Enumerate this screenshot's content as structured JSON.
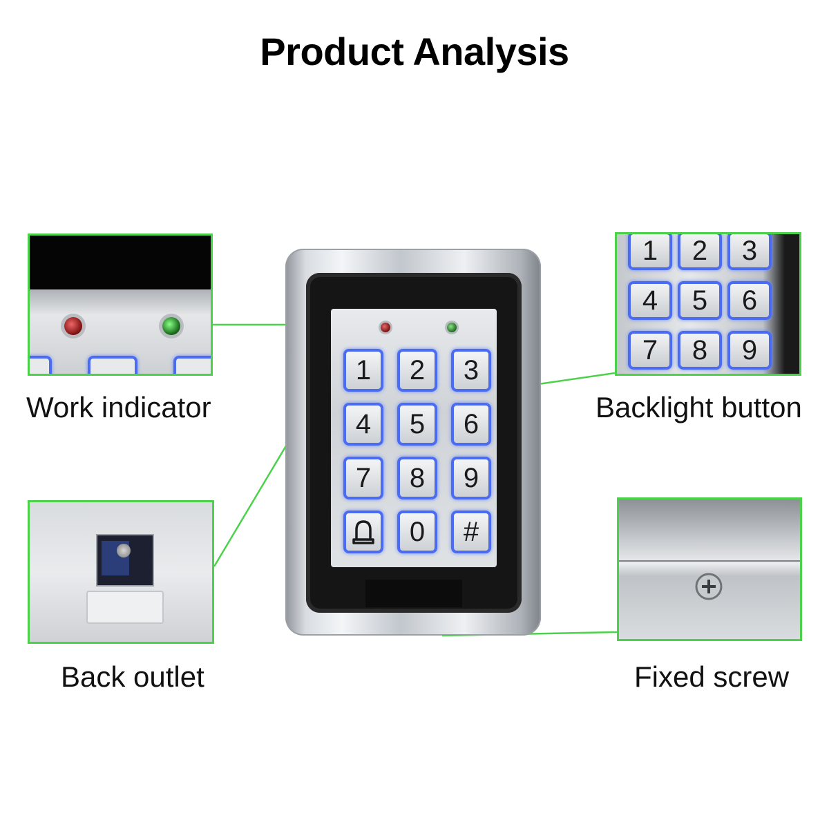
{
  "title": "Product Analysis",
  "colors": {
    "callout_border": "#4cd14a",
    "backlight": "#4b6cf0",
    "led_red": "#b21f1f",
    "led_green": "#2f9a2f"
  },
  "callouts": {
    "work_indicator": {
      "label": "Work indicator"
    },
    "backlight_button": {
      "label": "Backlight button"
    },
    "back_outlet": {
      "label": "Back outlet"
    },
    "fixed_screw": {
      "label": "Fixed screw"
    }
  },
  "keypad": {
    "keys": [
      "1",
      "2",
      "3",
      "4",
      "5",
      "6",
      "7",
      "8",
      "9",
      "bell-icon",
      "0",
      "#"
    ]
  },
  "zoom_keys": [
    "1",
    "2",
    "3",
    "4",
    "5",
    "6",
    "7",
    "8",
    "9"
  ]
}
